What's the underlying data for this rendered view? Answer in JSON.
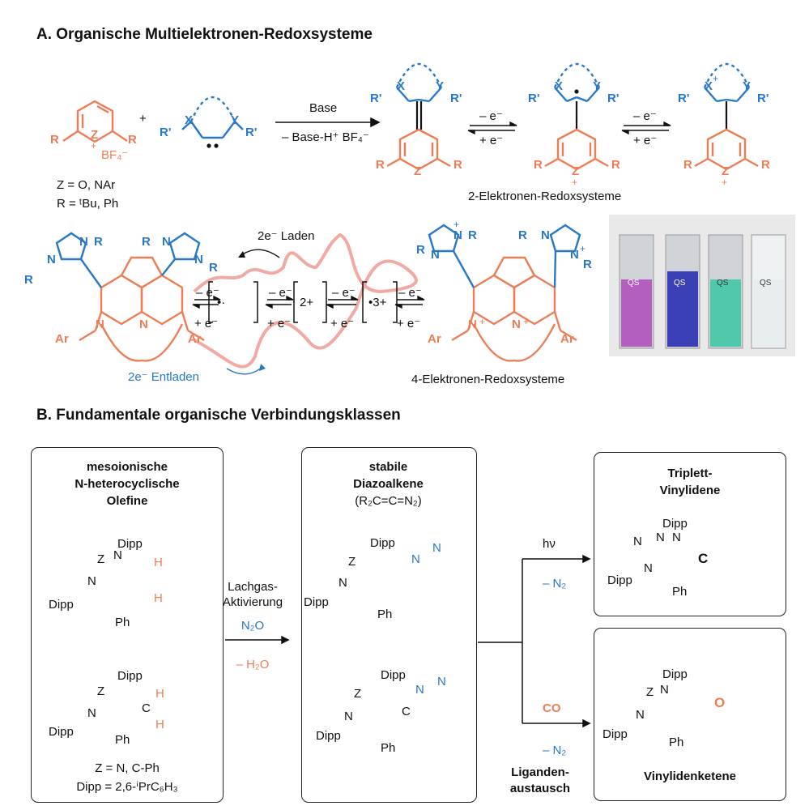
{
  "colors": {
    "orange": "#ee7d55",
    "blue": "#2778c6",
    "curve": "#f1a9a2",
    "ink": "#111111"
  },
  "sectionA": {
    "title": "A. Organische Multielektronen-Redoxsysteme",
    "row1": {
      "plus": "+",
      "cond_top": "Base",
      "cond_bottom": "– Base-H⁺ BF₄⁻",
      "z_def": "Z = O, NAr",
      "r_def": "R = ᵗBu, Ph",
      "bf4": "BF₄⁻",
      "ox": "– e⁻",
      "red": "+ e⁻",
      "caption": "2-Elektronen-Redoxsysteme"
    },
    "row2": {
      "charge_label": "2e⁻ Laden",
      "discharge_label": "2e⁻ Entladen",
      "int1": "•·",
      "int2": "2+",
      "int3": "•3+",
      "ox": "– e⁻",
      "red": "+ e⁻",
      "caption": "4-Elektronen-Redoxsysteme",
      "cuvette_labels": [
        "QS",
        "QS",
        "QS",
        "QS"
      ],
      "cuvette_colors": [
        "#b45fc0",
        "#3a3fb5",
        "#4fc9aa",
        "#e8eef0"
      ]
    },
    "atoms": {
      "R": "R",
      "Rp": "R'",
      "X": "X",
      "Y": "Y",
      "Z": "Z",
      "N": "N",
      "Ar": "Ar",
      "plus": "+"
    }
  },
  "sectionB": {
    "title": "B. Fundamentale organische Verbindungsklassen",
    "box1": {
      "title": [
        "mesoionische",
        "N-heterocyclische",
        "Olefine"
      ],
      "footer1": "Z = N, C-Ph",
      "footer2": "Dipp = 2,6-ⁱPrC₆H₃"
    },
    "arrow1": {
      "label1": "Lachgas-",
      "label2": "Aktivierung",
      "reagent": "N₂O",
      "byproduct": "– H₂O"
    },
    "box2": {
      "title": [
        "stabile",
        "Diazoalkene"
      ],
      "formula": "(R₂C=C=N₂)"
    },
    "branch": {
      "top_reagent": "hν",
      "top_loss": "– N₂",
      "bottom_reagent": "CO",
      "bottom_loss": "– N₂",
      "bottom_label": [
        "Liganden-",
        "austausch"
      ]
    },
    "box3": {
      "title": [
        "Triplett-",
        "Vinylidene"
      ]
    },
    "box4": {
      "title": "Vinylidenketene"
    },
    "atoms": {
      "Dipp": "Dipp",
      "Ph": "Ph",
      "Z": "Z",
      "N": "N",
      "H": "H",
      "C": "C",
      "O": "O"
    }
  }
}
